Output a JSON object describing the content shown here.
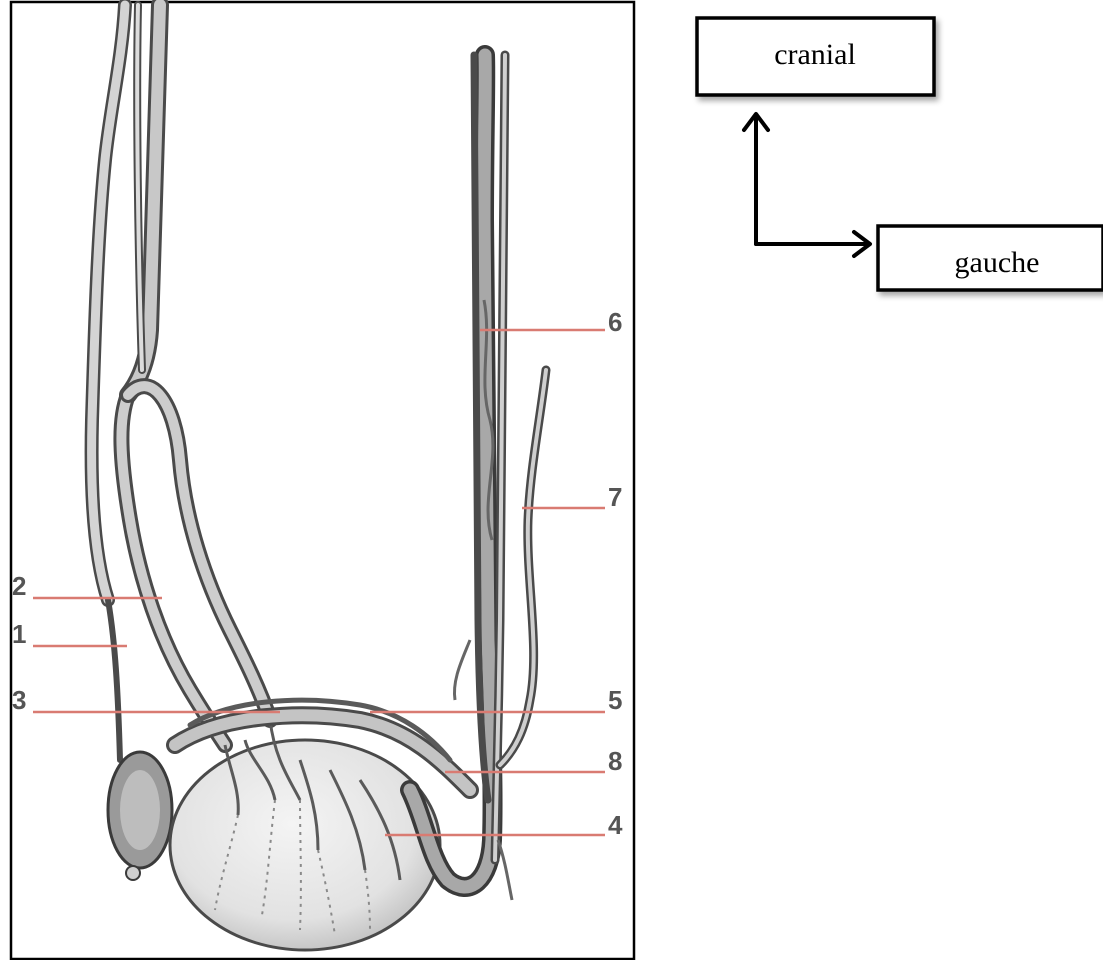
{
  "orientation": {
    "up_label": "cranial",
    "right_label": "gauche"
  },
  "callouts": [
    {
      "number": "1"
    },
    {
      "number": "2"
    },
    {
      "number": "3"
    },
    {
      "number": "4"
    },
    {
      "number": "5"
    },
    {
      "number": "6"
    },
    {
      "number": "7"
    },
    {
      "number": "8"
    }
  ],
  "colors": {
    "leader_line": "#d97b72",
    "vessel_outline": "#4a4a4a",
    "vessel_fill": "#cfcfcf",
    "testis_fill": "#e9e9e9",
    "number_text": "#555555",
    "frame": "#000000"
  },
  "icons": [
    "arrow-up-icon",
    "arrow-right-icon"
  ]
}
